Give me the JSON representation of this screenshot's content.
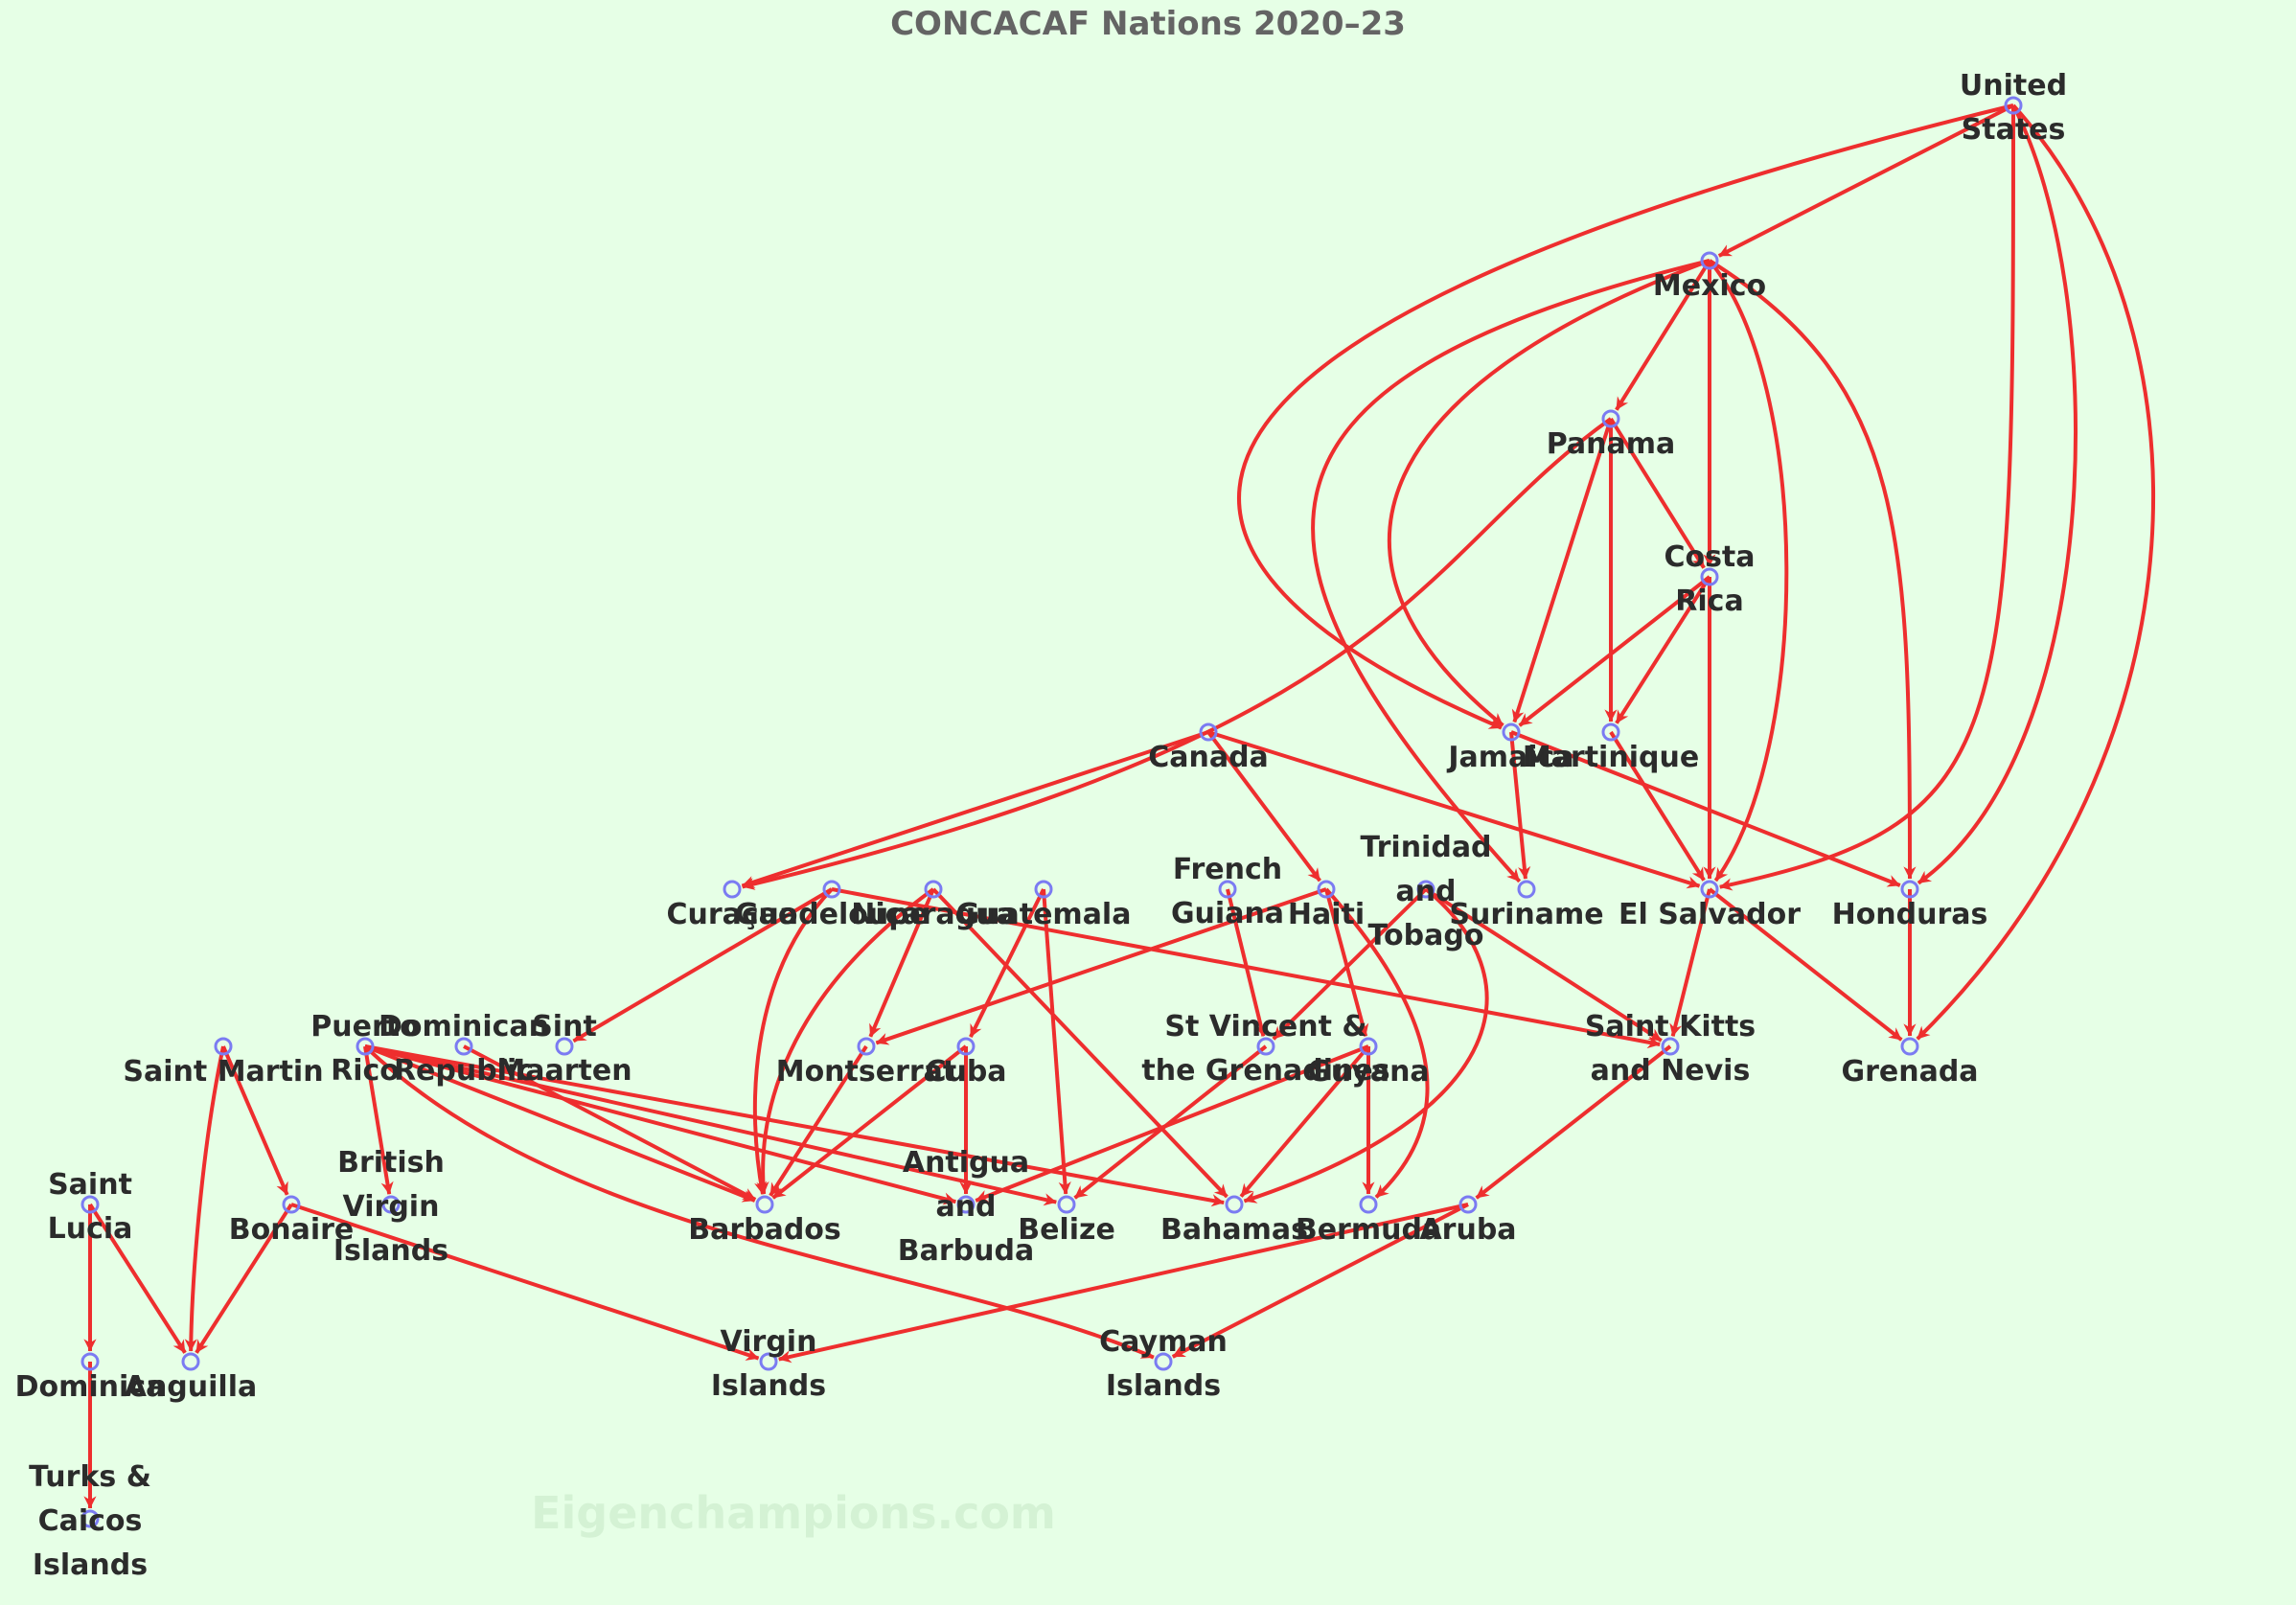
{
  "title": "CONCACAF Nations 2020–23",
  "watermark": "Eigenchampions.com",
  "colors": {
    "background": "#e6ffe6",
    "edge": "#ee2e2e",
    "node": "#7b7bf2",
    "label": "#2b2b2b",
    "title": "#646464"
  },
  "nodes": [
    {
      "id": "usa",
      "label": [
        "United",
        "States"
      ]
    },
    {
      "id": "mex",
      "label": [
        "Mexico"
      ]
    },
    {
      "id": "pan",
      "label": [
        "Panama"
      ]
    },
    {
      "id": "crc",
      "label": [
        "Costa",
        "Rica"
      ]
    },
    {
      "id": "jam",
      "label": [
        "Jamaica"
      ]
    },
    {
      "id": "mtq",
      "label": [
        "Martinique"
      ]
    },
    {
      "id": "can",
      "label": [
        "Canada"
      ]
    },
    {
      "id": "cuw",
      "label": [
        "Curaçao"
      ]
    },
    {
      "id": "glp",
      "label": [
        "Guadeloupe"
      ]
    },
    {
      "id": "nca",
      "label": [
        "Nicaragua"
      ]
    },
    {
      "id": "gua",
      "label": [
        "Guatemala"
      ]
    },
    {
      "id": "guf",
      "label": [
        "French",
        "Guiana"
      ]
    },
    {
      "id": "hai",
      "label": [
        "Haiti"
      ]
    },
    {
      "id": "tri",
      "label": [
        "Trinidad",
        "and",
        "Tobago"
      ]
    },
    {
      "id": "sur",
      "label": [
        "Suriname"
      ]
    },
    {
      "id": "slv",
      "label": [
        "El Salvador"
      ]
    },
    {
      "id": "hon",
      "label": [
        "Honduras"
      ]
    },
    {
      "id": "smt",
      "label": [
        "Saint Martin"
      ]
    },
    {
      "id": "pur",
      "label": [
        "Puerto",
        "Rico"
      ]
    },
    {
      "id": "dom",
      "label": [
        "Dominican",
        "Republic"
      ]
    },
    {
      "id": "sxm",
      "label": [
        "Sint",
        "Maarten"
      ]
    },
    {
      "id": "msr",
      "label": [
        "Montserrat"
      ]
    },
    {
      "id": "cub",
      "label": [
        "Cuba"
      ]
    },
    {
      "id": "vin",
      "label": [
        "St Vincent &",
        "the Grenadines"
      ]
    },
    {
      "id": "guy",
      "label": [
        "Guyana"
      ]
    },
    {
      "id": "skn",
      "label": [
        "Saint Kitts",
        "and Nevis"
      ]
    },
    {
      "id": "grn",
      "label": [
        "Grenada"
      ]
    },
    {
      "id": "lca",
      "label": [
        "Saint",
        "Lucia"
      ]
    },
    {
      "id": "bon",
      "label": [
        "Bonaire"
      ]
    },
    {
      "id": "vgb",
      "label": [
        "British",
        "Virgin",
        "Islands"
      ]
    },
    {
      "id": "brb",
      "label": [
        "Barbados"
      ]
    },
    {
      "id": "atg",
      "label": [
        "Antigua",
        "and",
        "Barbuda"
      ]
    },
    {
      "id": "blz",
      "label": [
        "Belize"
      ]
    },
    {
      "id": "bah",
      "label": [
        "Bahamas"
      ]
    },
    {
      "id": "ber",
      "label": [
        "Bermuda"
      ]
    },
    {
      "id": "aru",
      "label": [
        "Aruba"
      ]
    },
    {
      "id": "dma",
      "label": [
        "Dominica"
      ]
    },
    {
      "id": "aia",
      "label": [
        "Anguilla"
      ]
    },
    {
      "id": "vir",
      "label": [
        "Virgin",
        "Islands"
      ]
    },
    {
      "id": "cay",
      "label": [
        "Cayman",
        "Islands"
      ]
    },
    {
      "id": "tca",
      "label": [
        "Turks &",
        "Caicos",
        "Islands"
      ]
    }
  ],
  "edges": [
    [
      "usa",
      "mex"
    ],
    [
      "usa",
      "jam"
    ],
    [
      "usa",
      "slv"
    ],
    [
      "usa",
      "hon"
    ],
    [
      "usa",
      "grn"
    ],
    [
      "mex",
      "pan"
    ],
    [
      "mex",
      "crc"
    ],
    [
      "mex",
      "jam"
    ],
    [
      "mex",
      "sur"
    ],
    [
      "mex",
      "slv"
    ],
    [
      "mex",
      "hon"
    ],
    [
      "pan",
      "crc"
    ],
    [
      "pan",
      "jam"
    ],
    [
      "pan",
      "mtq"
    ],
    [
      "pan",
      "cuw"
    ],
    [
      "crc",
      "jam"
    ],
    [
      "crc",
      "mtq"
    ],
    [
      "crc",
      "slv"
    ],
    [
      "jam",
      "sur"
    ],
    [
      "jam",
      "hon"
    ],
    [
      "mtq",
      "slv"
    ],
    [
      "can",
      "cuw"
    ],
    [
      "can",
      "hai"
    ],
    [
      "can",
      "slv"
    ],
    [
      "glp",
      "sxm"
    ],
    [
      "glp",
      "brb"
    ],
    [
      "glp",
      "skn"
    ],
    [
      "nca",
      "msr"
    ],
    [
      "nca",
      "brb"
    ],
    [
      "nca",
      "bah"
    ],
    [
      "gua",
      "cub"
    ],
    [
      "gua",
      "blz"
    ],
    [
      "guf",
      "vin"
    ],
    [
      "hai",
      "msr"
    ],
    [
      "hai",
      "guy"
    ],
    [
      "hai",
      "ber"
    ],
    [
      "tri",
      "vin"
    ],
    [
      "tri",
      "skn"
    ],
    [
      "tri",
      "bah"
    ],
    [
      "slv",
      "skn"
    ],
    [
      "slv",
      "grn"
    ],
    [
      "hon",
      "grn"
    ],
    [
      "smt",
      "bon"
    ],
    [
      "smt",
      "aia"
    ],
    [
      "pur",
      "vgb"
    ],
    [
      "pur",
      "brb"
    ],
    [
      "pur",
      "atg"
    ],
    [
      "pur",
      "blz"
    ],
    [
      "pur",
      "bah"
    ],
    [
      "pur",
      "cay"
    ],
    [
      "dom",
      "brb"
    ],
    [
      "msr",
      "brb"
    ],
    [
      "cub",
      "brb"
    ],
    [
      "cub",
      "atg"
    ],
    [
      "vin",
      "blz"
    ],
    [
      "guy",
      "atg"
    ],
    [
      "guy",
      "bah"
    ],
    [
      "guy",
      "ber"
    ],
    [
      "skn",
      "aru"
    ],
    [
      "lca",
      "dma"
    ],
    [
      "lca",
      "aia"
    ],
    [
      "bon",
      "aia"
    ],
    [
      "bon",
      "vir"
    ],
    [
      "aru",
      "vir"
    ],
    [
      "aru",
      "cay"
    ],
    [
      "dma",
      "tca"
    ]
  ]
}
